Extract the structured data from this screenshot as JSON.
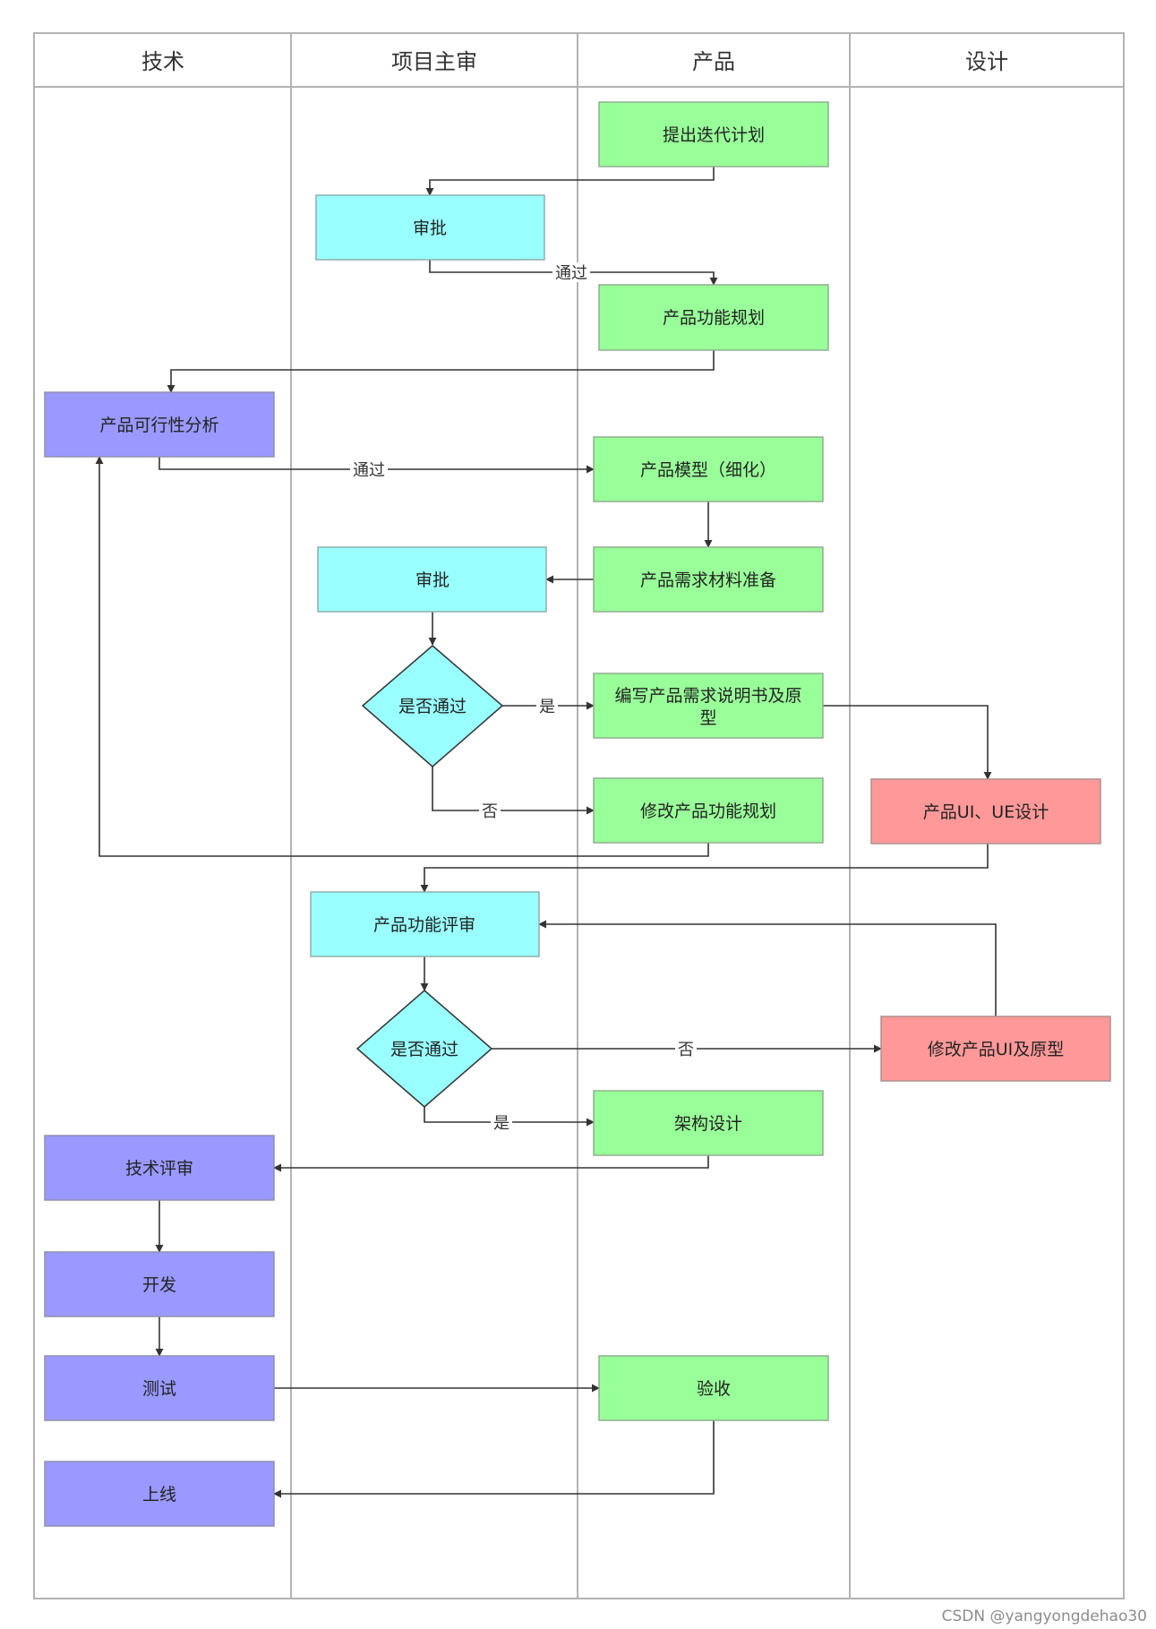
{
  "lanes": {
    "tech": "技术",
    "review": "项目主审",
    "product": "产品",
    "design": "设计"
  },
  "nodes": {
    "iteration_plan": "提出迭代计划",
    "approve1": "审批",
    "feature_plan": "产品功能规划",
    "feasibility": "产品可行性分析",
    "model": "产品模型（细化）",
    "materials": "产品需求材料准备",
    "approve2": "审批",
    "pass1": "是否通过",
    "spec_line1": "编写产品需求说明书及原",
    "spec_line2": "型",
    "modify_plan": "修改产品功能规划",
    "ui_design": "产品UI、UE设计",
    "func_review": "产品功能评审",
    "pass2": "是否通过",
    "modify_ui": "修改产品UI及原型",
    "arch": "架构设计",
    "tech_review": "技术评审",
    "dev": "开发",
    "test": "测试",
    "accept": "验收",
    "launch": "上线"
  },
  "edges": {
    "pass_a": "通过",
    "pass_b": "通过",
    "yes1": "是",
    "no1": "否",
    "no2": "否",
    "yes2": "是"
  },
  "colors": {
    "product": "#99ff99",
    "review": "#99ffff",
    "tech": "#9999ff",
    "design": "#ff9999"
  },
  "watermark": "CSDN @yangyongdehao30"
}
